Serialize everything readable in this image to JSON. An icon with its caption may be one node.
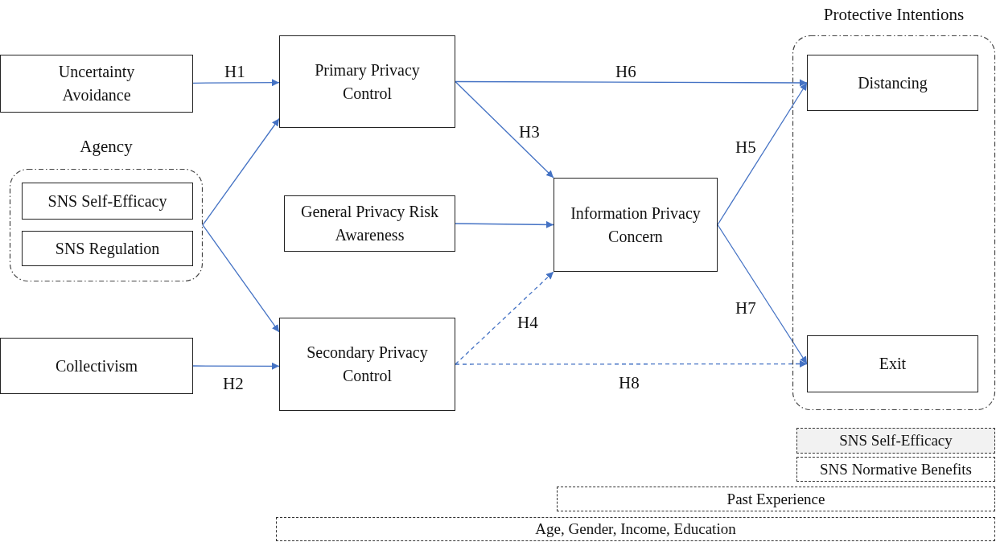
{
  "diagram": {
    "nodes": [
      {
        "text": [
          "Uncertainty Avoidance"
        ]
      },
      {
        "text": [
          "Agency"
        ]
      },
      {
        "text": [
          "SNS Self-Efficacy"
        ],
        "in": 1
      },
      {
        "text": [
          "SNS Regulation"
        ],
        "in": 1
      },
      {
        "text": [
          "Collectivism"
        ]
      },
      {
        "text": [
          "Primary Privacy Control"
        ]
      },
      {
        "text": [
          "General Privacy Risk Awareness"
        ]
      },
      {
        "text": [
          "Secondary Privacy Control"
        ]
      },
      {
        "text": [
          "Information Privacy Concern"
        ]
      },
      {
        "text": [
          "Protective Intentions"
        ]
      },
      {
        "text": [
          "Distancing"
        ],
        "in": 9
      },
      {
        "text": [
          "Exit"
        ],
        "in": 9
      },
      {
        "text": [
          "SNS Self-Efficacy"
        ]
      },
      {
        "text": [
          "SNS Normative Benefits"
        ]
      },
      {
        "text": [
          "Past Experience"
        ]
      },
      {
        "text": [
          "Age, Gender, Income, Education"
        ]
      }
    ],
    "edges": [
      {
        "from": 0,
        "to": 5,
        "arrow": "to",
        "label": "H1"
      },
      {
        "from": 1,
        "to": 5,
        "arrow": "to"
      },
      {
        "from": 1,
        "to": 7,
        "arrow": "to"
      },
      {
        "from": 4,
        "to": 7,
        "arrow": "to",
        "label": "H2"
      },
      {
        "from": 5,
        "to": 10,
        "arrow": "to",
        "label": "H6"
      },
      {
        "from": 5,
        "to": 8,
        "arrow": "to",
        "label": "H3"
      },
      {
        "from": 6,
        "to": 8,
        "arrow": "to"
      },
      {
        "from": 7,
        "to": 8,
        "arrow": "to",
        "label": "H4",
        "style": "dashed"
      },
      {
        "from": 7,
        "to": 11,
        "arrow": "to",
        "label": "H8",
        "style": "dashed"
      },
      {
        "from": 8,
        "to": 10,
        "arrow": "to",
        "label": "H5"
      },
      {
        "from": 8,
        "to": 11,
        "arrow": "to",
        "label": "H7"
      }
    ]
  }
}
